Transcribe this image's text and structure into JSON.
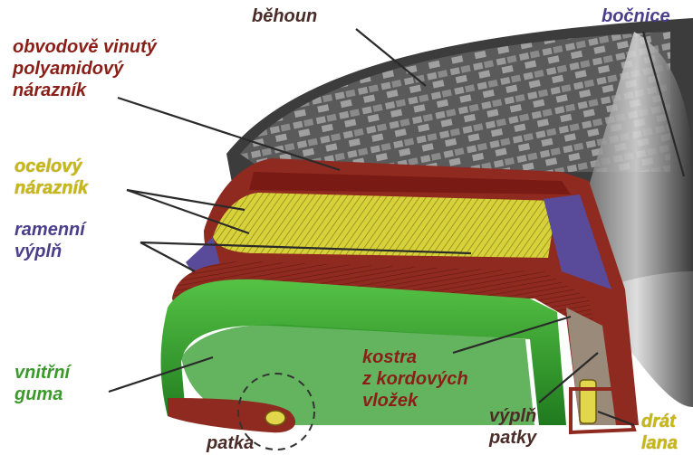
{
  "labels": {
    "behoun": "běhoun",
    "bocnice": "bočnice",
    "polyamid_line1": "obvodově vinutý",
    "polyamid_line2": "polyamidový",
    "polyamid_line3": "nárazník",
    "ocel_line1": "ocelový",
    "ocel_line2": "nárazník",
    "ramenni_line1": "ramenní",
    "ramenni_line2": "výplň",
    "vnitrni_line1": "vnitřní",
    "vnitrni_line2": "guma",
    "kostra_line1": "kostra",
    "kostra_line2": "z kordových",
    "kostra_line3": "vložek",
    "vypln_line1": "výplň",
    "vypln_line2": "patky",
    "drat_line1": "drát",
    "drat_line2": "lana",
    "patka": "patka"
  },
  "colors": {
    "tread": "#4a4a4a",
    "rubber_red": "#8e2a20",
    "steel_belt": "#d8d23a",
    "shoulder_fill": "#5a4a9a",
    "inner_liner": "#2f9a2a",
    "bead_wire": "#e2d64a",
    "label_dark": "#4a2c28",
    "label_brown": "#8a1f18",
    "label_blue": "#4b3f8c",
    "label_green": "#3c9a2c",
    "label_yellow": "#c7b818"
  }
}
